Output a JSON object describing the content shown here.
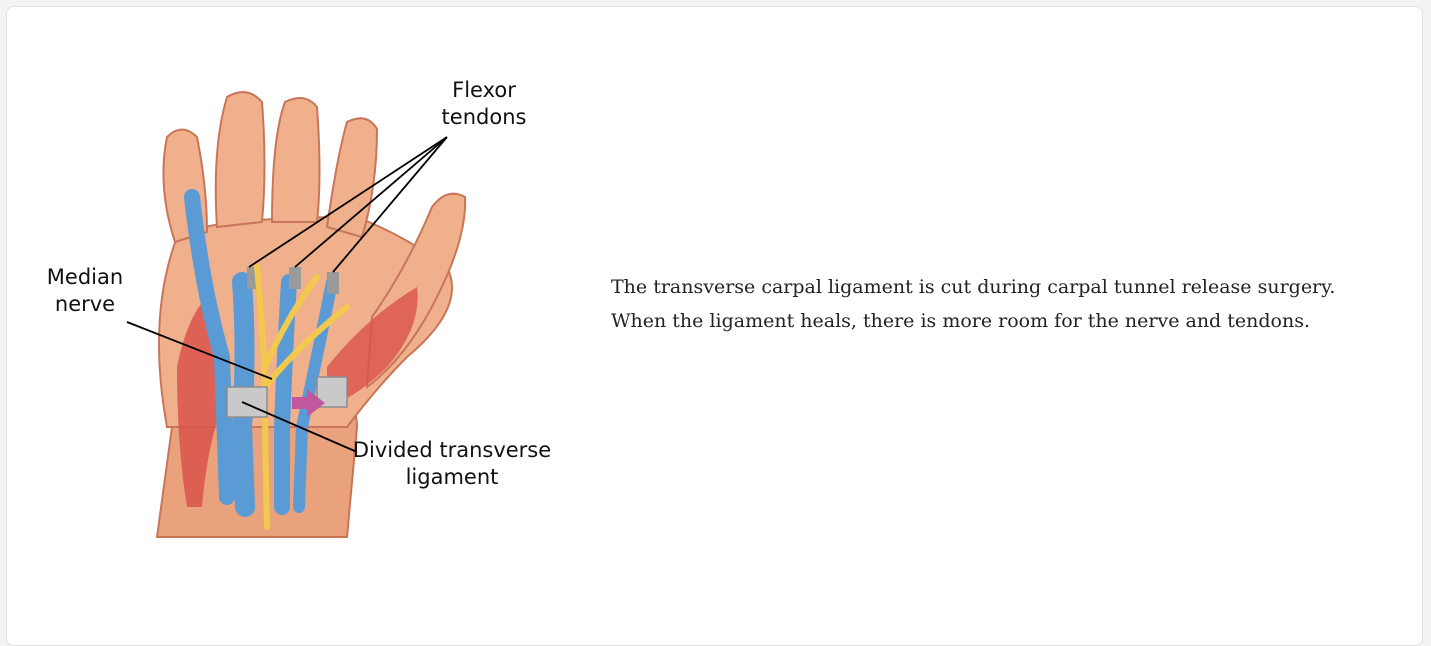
{
  "figure": {
    "labels": {
      "flexor_tendons": "Flexor\ntendons",
      "median_nerve": "Median\nnerve",
      "divided_ligament": "Divided transverse\nligament"
    },
    "colors": {
      "skin": "#e9a27c",
      "muscle": "#d9534a",
      "tendon_blue": "#5b9bd5",
      "nerve_yellow": "#f2c94c",
      "arrow_pink": "#c2579d"
    }
  },
  "caption": {
    "text": "The transverse carpal ligament is cut during carpal tunnel release surgery. When the ligament heals, there is more room for the nerve and tendons."
  }
}
